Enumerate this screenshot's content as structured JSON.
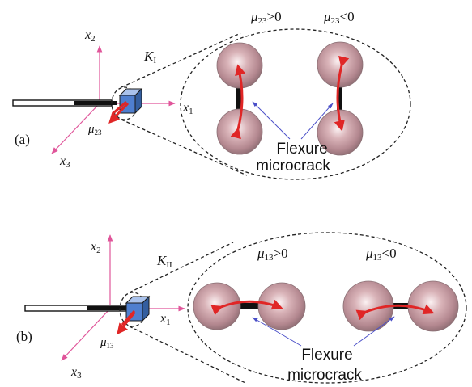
{
  "colors": {
    "axis": "#e0559a",
    "arrow_red": "#e02626",
    "guide_blue": "#4a4fc8",
    "cube_front": "#4f7fcf",
    "sphere_edge": "#8a6f74",
    "rod": "#111111"
  },
  "icons": [
    "sphere-icon",
    "cube-icon",
    "curved-arrow-icon",
    "axis-arrow-icon"
  ],
  "panel_a": {
    "label": "(a)",
    "mode": {
      "main": "K",
      "sub": "I"
    },
    "axes": {
      "x1": {
        "main": "x",
        "sub": "1"
      },
      "x2": {
        "main": "x",
        "sub": "2"
      },
      "x3": {
        "main": "x",
        "sub": "3"
      }
    },
    "mu": {
      "main": "μ",
      "sub": "23"
    },
    "cond_pos": {
      "main": "μ",
      "sub": "23",
      "rel": ">0"
    },
    "cond_neg": {
      "main": "μ",
      "sub": "23",
      "rel": "<0"
    },
    "note_line1": "Flexure",
    "note_line2": "microcrack"
  },
  "panel_b": {
    "label": "(b)",
    "mode": {
      "main": "K",
      "sub": "II"
    },
    "axes": {
      "x1": {
        "main": "x",
        "sub": "1"
      },
      "x2": {
        "main": "x",
        "sub": "2"
      },
      "x3": {
        "main": "x",
        "sub": "3"
      }
    },
    "mu": {
      "main": "μ",
      "sub": "13"
    },
    "cond_pos": {
      "main": "μ",
      "sub": "13",
      "rel": ">0"
    },
    "cond_neg": {
      "main": "μ",
      "sub": "13",
      "rel": "<0"
    },
    "note_line1": "Flexure",
    "note_line2": "microcrack"
  }
}
